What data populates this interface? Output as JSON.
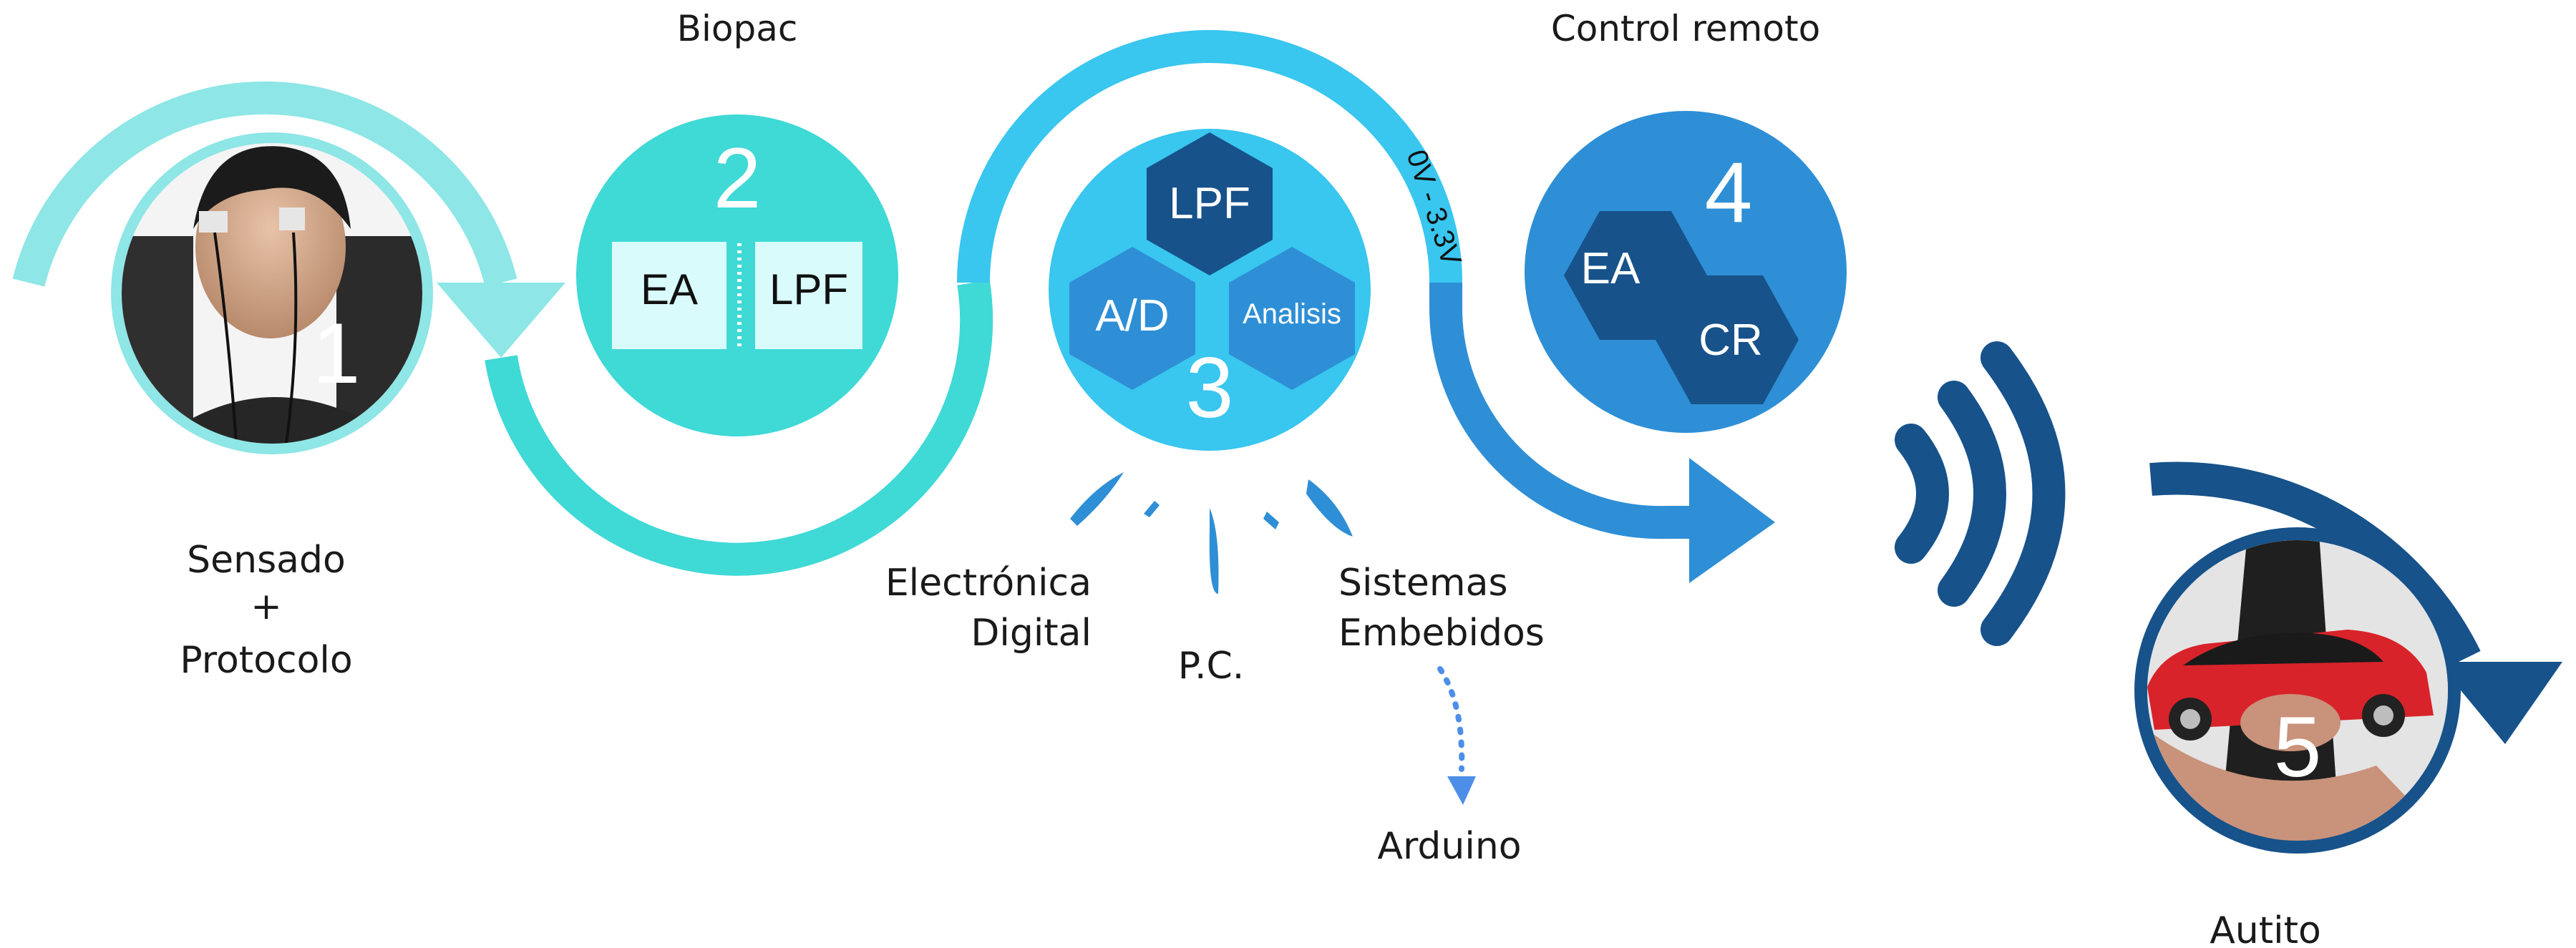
{
  "colors": {
    "teal_light": "#8ee6e6",
    "teal": "#3fd9d6",
    "sky": "#39c6ef",
    "blue": "#2e8fd6",
    "navy": "#17528a",
    "box_fill": "#d9fbfb"
  },
  "steps": [
    {
      "number": "1",
      "label_lines": [
        "Sensado",
        "+",
        "Protocolo"
      ],
      "photo": "person-with-electrode-sensors-photo"
    },
    {
      "number": "2",
      "title": "Biopac",
      "boxes": [
        "EA",
        "LPF"
      ]
    },
    {
      "number": "3",
      "hexes": [
        "LPF",
        "A/D",
        "Analisis"
      ],
      "branches": [
        {
          "lines": [
            "Electrónica",
            "Digital"
          ]
        },
        {
          "lines": [
            "P.C."
          ]
        },
        {
          "lines": [
            "Sistemas",
            "Embebidos"
          ]
        }
      ],
      "sub_label": "Arduino"
    },
    {
      "number": "4",
      "title": "Control remoto",
      "hexes": [
        "EA",
        "CR"
      ],
      "signal_label": "0V - 3.3V"
    },
    {
      "number": "5",
      "label": "Autito",
      "photo": "hand-holding-red-toy-car-photo"
    }
  ],
  "icons": {
    "wireless": "wireless-signal-icon",
    "arrow": "arrow-icon"
  }
}
